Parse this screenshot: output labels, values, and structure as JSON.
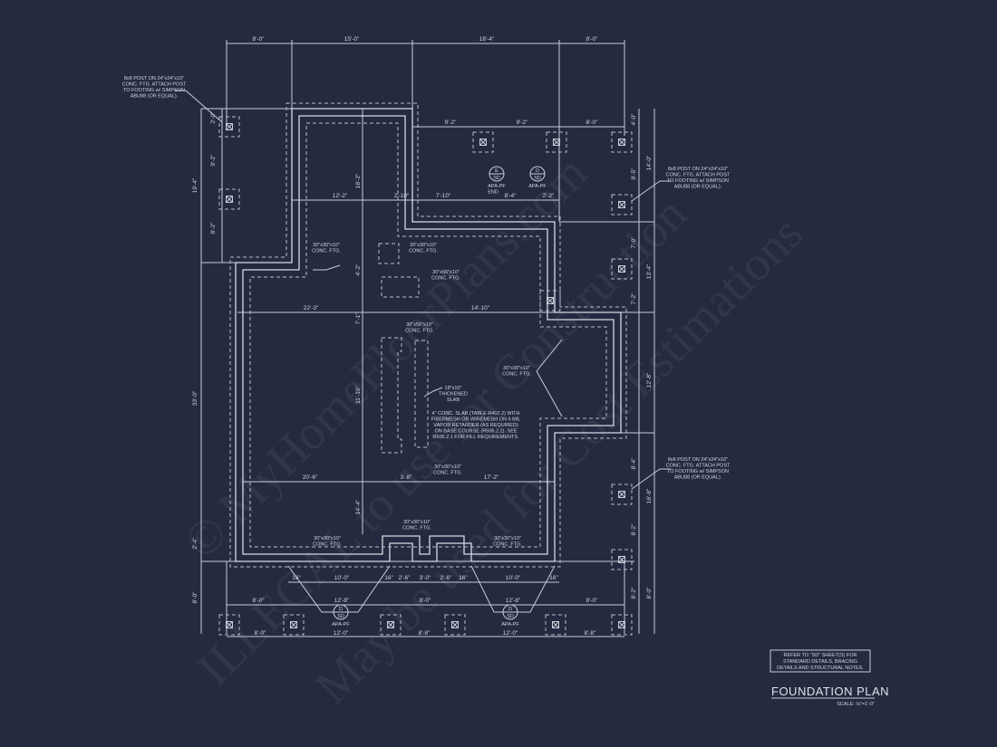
{
  "colors": {
    "background": "#242a40",
    "linework": "#c9ccd8"
  },
  "title": {
    "text": "FOUNDATION PLAN",
    "scale": "SCALE: ⅛\"=1'-0\""
  },
  "general_note": [
    "REFER TO \"SD\" SHEET(S) FOR",
    "STANDARD DETAILS, BRACING",
    "DETAILS AND STRUCTURAL NOTES."
  ],
  "post_note": [
    "8x8 POST ON 24\"x24\"x10\"",
    "CONC. FTG. ATTACH POST",
    "TO FOOTING w/ SIMPSON",
    "ABU88 (OR EQUAL)."
  ],
  "footing_labels": {
    "f30": [
      "30\"x30\"x10\"",
      "CONC. FTG."
    ],
    "f30x56": [
      "30\"x56\"x10\"",
      "CONC. FTG."
    ],
    "thickened": [
      "18\"x10\"",
      "THICKENED",
      "SLAB"
    ]
  },
  "slab_note": [
    "4\" CONC. SLAB (TABLE R402.2) WITH",
    "FIBERMESH OR WIREMESH ON 6 MIL",
    "VAPOR RETARDER (AS REQUIRED)",
    "ON BASE COURSE (R506.2.2). SEE",
    "R506.2.1 FOR FILL REQUIREMENTS."
  ],
  "detail_tags": [
    {
      "letter": "E",
      "sheet": "SD",
      "caption": "APA-PF",
      "caption2": "END"
    },
    {
      "letter": "D",
      "sheet": "SD",
      "caption": "APA-PF",
      "caption2": ""
    },
    {
      "letter": "D",
      "sheet": "SD",
      "caption": "APA-PF",
      "caption2": ""
    },
    {
      "letter": "D",
      "sheet": "SD",
      "caption": "APA-PF",
      "caption2": ""
    }
  ],
  "dimensions": [
    "8'-0\"",
    "15'-0\"",
    "18'-4\"",
    "8'-0\"",
    "9'-2\"",
    "9'-2\"",
    "8'-0\"",
    "12'-2\"",
    "2'-10\"",
    "7'-10\"",
    "8'-4\"",
    "2'-2\"",
    "22'-3\"",
    "14'-10\"",
    "20'-6\"",
    "3'-8\"",
    "17'-2\"",
    "16\"",
    "10'-0\"",
    "16\"",
    "2'-6\"",
    "3'-0\"",
    "2'-6\"",
    "16\"",
    "10'-0\"",
    "16\"",
    "8'-0\"",
    "12'-8\"",
    "8'-0\"",
    "12'-8\"",
    "8'-0\"",
    "8'-0\"",
    "12'-0\"",
    "8'-8\"",
    "12'-0\"",
    "8'-8\"",
    "2'-0\"",
    "9'-2\"",
    "8'-2\"",
    "19'-4\"",
    "33'-0\"",
    "2'-4\"",
    "8'-0\"",
    "18'-2\"",
    "4'-2\"",
    "7'-1\"",
    "11'-10\"",
    "14'-4\"",
    "4'-0\"",
    "8'-5\"",
    "7'-9\"",
    "7'-2\"",
    "8'-4\"",
    "8'-2\"",
    "8'-2\"",
    "14'-0\"",
    "13'-4\"",
    "12'-8\"",
    "16'-8\"",
    "8'-0\"",
    "2'-2\""
  ],
  "watermark": [
    "© MyHomeFloorPlans.com",
    "ILLEGAL to use for Construction",
    "May be used for Cost Estimations"
  ]
}
